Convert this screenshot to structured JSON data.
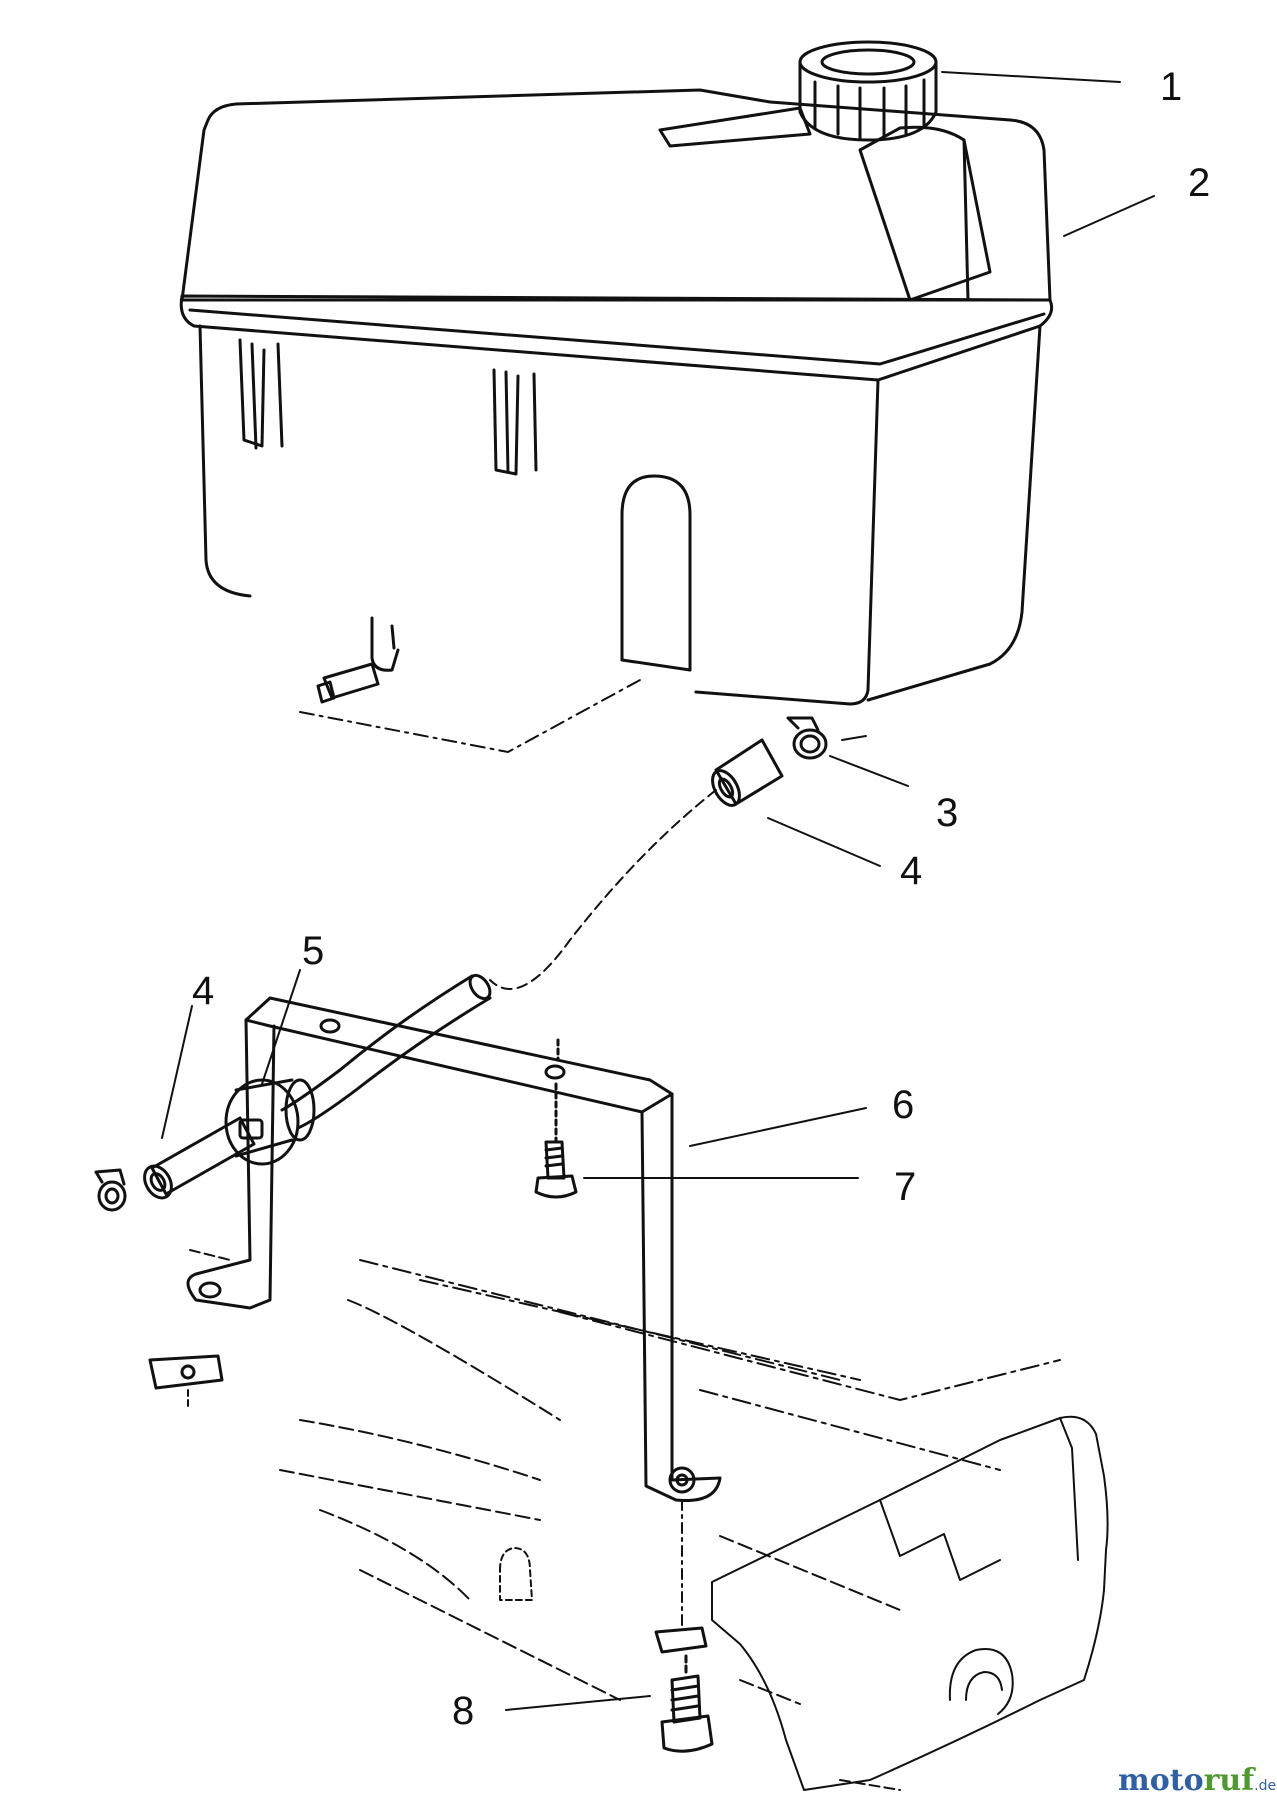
{
  "callouts": {
    "c1": "1",
    "c2": "2",
    "c3": "3",
    "c4a": "4",
    "c4b": "4",
    "c5": "5",
    "c6": "6",
    "c7": "7",
    "c8": "8"
  },
  "watermark": {
    "brand_a": "moto",
    "brand_b": "ruf",
    "tld": ".de",
    "colors": {
      "a": "#2f5fa8",
      "b": "#4e9a2e"
    }
  },
  "parts_icons": [
    "fuel-cap",
    "fuel-tank",
    "hose-clamp",
    "fuel-hose",
    "fuel-filter",
    "tank-bracket",
    "screw",
    "bolt"
  ]
}
